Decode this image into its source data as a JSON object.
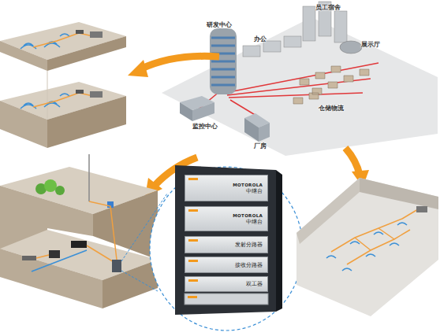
{
  "diagram": {
    "nodes": [
      {
        "text": [
          "MOTOROLA",
          "中继台"
        ]
      },
      {
        "text": [
          "MOTOROLA",
          "中继台"
        ]
      },
      {
        "text": [
          "发射分路器"
        ]
      },
      {
        "text": [
          "接收分路器"
        ]
      },
      {
        "text": [
          "双工器"
        ]
      }
    ],
    "labels": [
      "研发中心",
      "办公",
      "员工宿舍",
      "展示厅",
      "仓储物流",
      "监控中心",
      "厂房"
    ]
  }
}
